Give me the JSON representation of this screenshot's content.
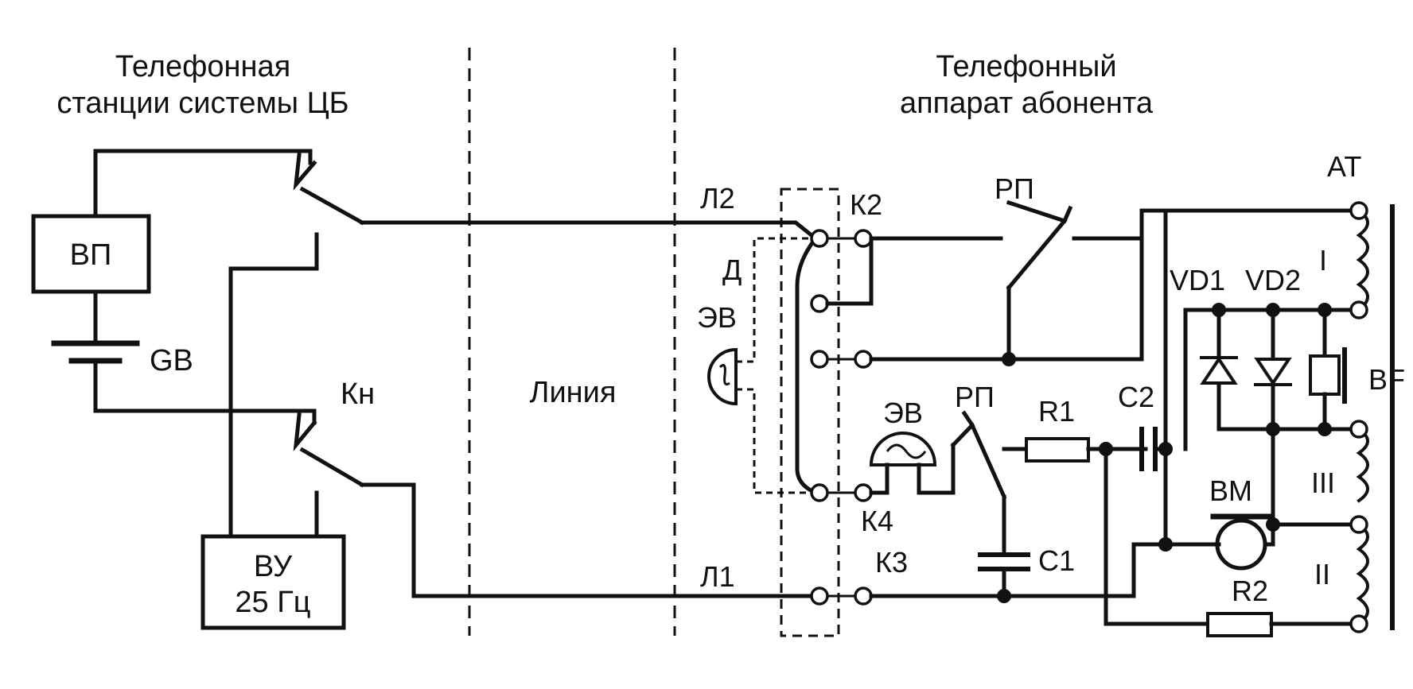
{
  "headings": {
    "station_line1": "Телефонная",
    "station_line2": "станции системы ЦБ",
    "subscriber_line1": "Телефонный",
    "subscriber_line2": "аппарат абонента",
    "line": "Линия"
  },
  "labels": {
    "vp": "ВП",
    "gb": "GB",
    "kn": "Кн",
    "vu_line1": "ВУ",
    "vu_line2": "25 Гц",
    "l2": "Л2",
    "l1": "Л1",
    "d": "Д",
    "ev_left": "ЭВ",
    "ev_mid": "ЭВ",
    "k2": "К2",
    "k3": "К3",
    "k4": "К4",
    "rp_top": "РП",
    "rp_mid": "РП",
    "r1": "R1",
    "r2": "R2",
    "c1": "C1",
    "c2": "C2",
    "vd1": "VD1",
    "vd2": "VD2",
    "bf": "BF",
    "bm": "BM",
    "at": "AT",
    "winding_1": "I",
    "winding_2": "II",
    "winding_3": "III"
  }
}
